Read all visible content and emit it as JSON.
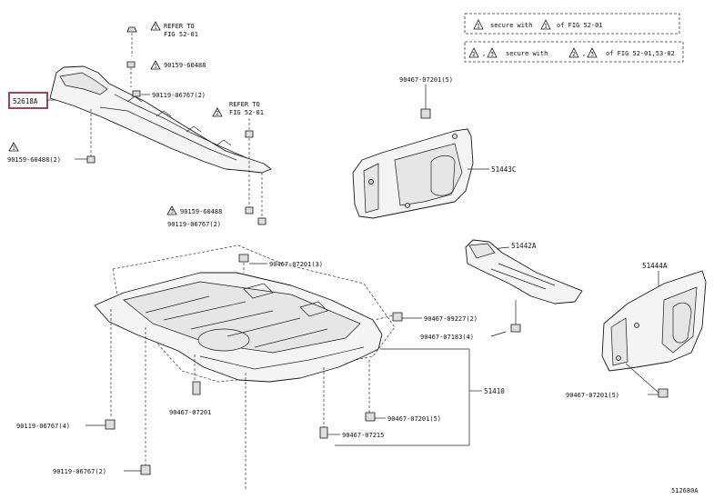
{
  "legend": {
    "row1": {
      "num": "1",
      "text1": "secure with",
      "num2": "1",
      "text2": "of FIG 52-01"
    },
    "row2": {
      "num1": "2",
      "num2": "3",
      "text1": "secure with",
      "num3": "2",
      "num4": "3",
      "text2": "of FIG 52-01,53-02"
    }
  },
  "highlight_color": "#a0284c",
  "callouts": {
    "main_part": "52618A",
    "refer1_line1": "REFER TO",
    "refer1_line2": "FIG 52-01",
    "refer2_line1": "REFER TO",
    "refer2_line2": "FIG 52-01",
    "c_90159_60488_top": "90159-60488",
    "c_90119_06767_2_top": "90119-06767(2)",
    "c_90159_60488_2_left": "90159-60488(2)",
    "c_90159_60488_mid": "90159-60488",
    "c_90119_06767_2_mid": "90119-06767(2)",
    "c_90467_07201_5_top": "90467-07201(5)",
    "p_51443C": "51443C",
    "p_51442A": "51442A",
    "p_51444A": "51444A",
    "c_90467_07201_3": "90467-07201(3)",
    "c_90467_09227_2": "90467-09227(2)",
    "c_90467_07183_4": "90467-07183(4)",
    "p_51410": "51410",
    "c_90467_07201_right": "90467-07201(5)",
    "c_90467_07201_bottom": "90467-07201",
    "c_90467_07201_5_low": "90467-07201(5)",
    "c_90467_07215": "90467-07215",
    "c_90119_06767_4": "90119-06767(4)",
    "c_90119_06767_2_low": "90119-06767(2)",
    "tri_1": "1",
    "tri_2": "2",
    "tri_3": "3",
    "figure_id": "512680A"
  }
}
